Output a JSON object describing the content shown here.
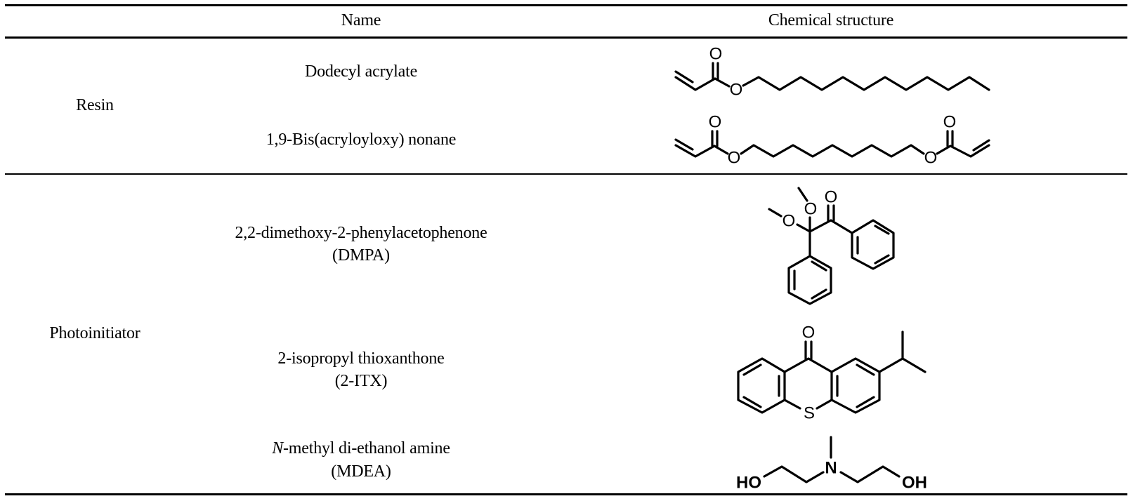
{
  "table": {
    "headers": [
      "Name",
      "Chemical structure"
    ],
    "groups": [
      {
        "category": "Resin",
        "rows": [
          {
            "name": "Dodecyl acrylate",
            "structure": "dodecyl-acrylate-structure"
          },
          {
            "name": "1,9-Bis(acryloyloxy) nonane",
            "structure": "bis-acryloyloxy-nonane-structure"
          }
        ]
      },
      {
        "category": "Photoinitiator",
        "rows": [
          {
            "name": "2,2-dimethoxy-2-phenylacetophenone",
            "abbr": "(DMPA)",
            "structure": "dmpa-structure"
          },
          {
            "name": "2-isopropyl thioxanthone",
            "abbr": "(2-ITX)",
            "structure": "itx-structure"
          },
          {
            "name_italic_prefix": "N",
            "name_rest": "-methyl di-ethanol amine",
            "abbr": "(MDEA)",
            "structure": "mdea-structure"
          }
        ]
      }
    ]
  },
  "atoms": {
    "oxygen": "O",
    "sulfur": "S",
    "nitrogen": "N",
    "hydroxyl_left": "HO",
    "hydroxyl_right": "OH"
  }
}
